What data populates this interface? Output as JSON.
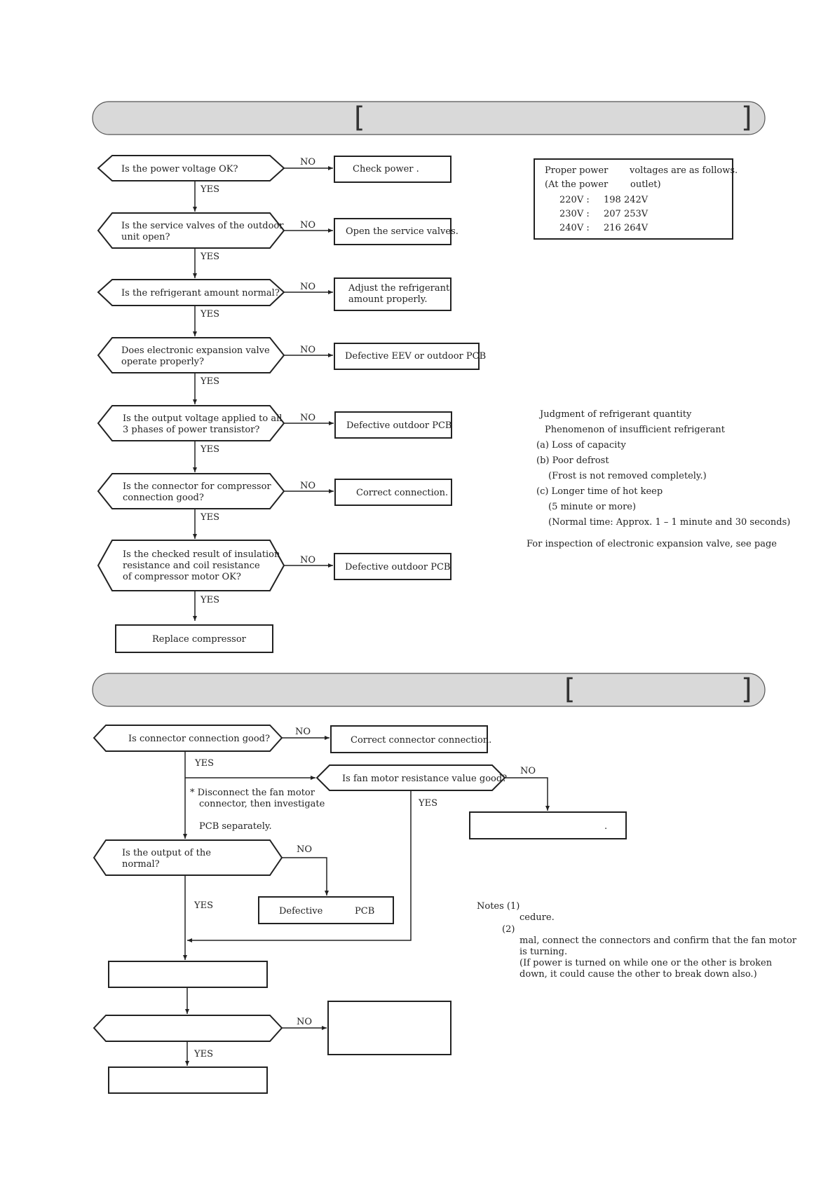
{
  "section1": {
    "bracket_left": "[",
    "bracket_right": "]",
    "decisions": [
      {
        "lines": [
          "Is the power            voltage OK?"
        ]
      },
      {
        "lines": [
          "Is the service valves of the outdoor",
          "unit open?"
        ]
      },
      {
        "lines": [
          "Is the refrigerant amount normal?"
        ]
      },
      {
        "lines": [
          "Does electronic expansion valve",
          "operate properly?"
        ]
      },
      {
        "lines": [
          "Is the output voltage applied to all",
          "3 phases of power transistor?"
        ]
      },
      {
        "lines": [
          "Is the connector for compressor",
          "connection good?"
        ]
      },
      {
        "lines": [
          "Is the checked result of insulation",
          "resistance and coil         resistance",
          "of compressor motor OK?"
        ]
      }
    ],
    "actions": [
      {
        "lines": [
          "Check power            ."
        ]
      },
      {
        "lines": [
          "Open the service valves."
        ]
      },
      {
        "lines": [
          "Adjust the refrigerant",
          "amount properly."
        ]
      },
      {
        "lines": [
          "Defective EEV or outdoor PCB"
        ]
      },
      {
        "lines": [
          "Defective outdoor PCB"
        ]
      },
      {
        "lines": [
          "Correct connection."
        ]
      },
      {
        "lines": [
          "Defective outdoor PCB"
        ]
      }
    ],
    "final": "Replace compressor",
    "yes": "YES",
    "no": "NO",
    "voltage_box": {
      "line1a": "Proper power",
      "line1b": "voltages are as follows.",
      "line2a": "(At the power",
      "line2b": "outlet)",
      "rows": [
        {
          "label": "220V :",
          "range": "198  242V"
        },
        {
          "label": "230V :",
          "range": "207  253V"
        },
        {
          "label": "240V :",
          "range": "216  264V"
        }
      ]
    },
    "notes": [
      "Judgment of refrigerant quantity",
      "Phenomenon of insufficient refrigerant",
      "(a) Loss of capacity",
      "(b) Poor defrost",
      "(Frost is not removed completely.)",
      "(c) Longer time of hot keep",
      "(5 minute or more)",
      "(Normal time: Approx. 1 – 1 minute and 30 seconds)",
      "For inspection of electronic expansion valve, see page"
    ]
  },
  "section2": {
    "bracket_left": "[",
    "bracket_right": "]",
    "q_connector": "Is connector connection good?",
    "a_connector": "Correct connector connection.",
    "q_fan": "Is fan motor resistance value good?",
    "fan_fail_box": ".",
    "disconnect_note": [
      "* Disconnect the fan motor",
      "connector, then investigate",
      "PCB separately."
    ],
    "q_output": [
      "Is the output of the",
      "normal?"
    ],
    "defective_a": "Defective",
    "defective_b": "PCB",
    "yes": "YES",
    "no": "NO",
    "notes_label": "Notes (1)",
    "note1": "cedure.",
    "note2_label": "(2)",
    "note2": [
      "mal, connect the connectors and confirm that the fan motor",
      "is turning.",
      "(If power is turned on while one or the other is broken",
      "down, it could cause the other to break down also.)"
    ]
  }
}
